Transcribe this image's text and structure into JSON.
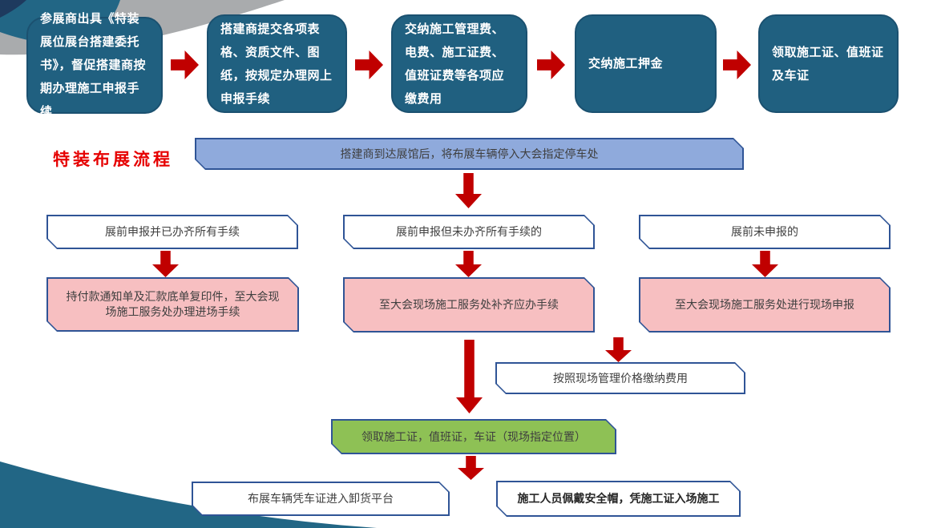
{
  "section": {
    "title": "特装布展流程"
  },
  "top_row": {
    "steps": [
      {
        "label": "参展商出具《特装展位展台搭建委托书》，督促搭建商按期办理施工申报手续"
      },
      {
        "label": "搭建商提交各项表格、资质文件、图纸，按规定办理网上申报手续"
      },
      {
        "label": "交纳施工管理费、电费、施工证费、值班证费等各项应缴费用"
      },
      {
        "label": "交纳施工押金"
      },
      {
        "label": "领取施工证、值班证及车证"
      }
    ]
  },
  "arrival": {
    "label": "搭建商到达展馆后，将布展车辆停入大会指定停车处"
  },
  "branches": {
    "left": {
      "condition": "展前申报并已办齐所有手续",
      "action": "持付款通知单及汇款底单复印件，至大会现场施工服务处办理进场手续"
    },
    "middle": {
      "condition": "展前申报但未办齐所有手续的",
      "action": "至大会现场施工服务处补齐应办手续"
    },
    "right": {
      "condition": "展前未申报的",
      "action": "至大会现场施工服务处进行现场申报"
    }
  },
  "onsite_payment": {
    "label": "按照现场管理价格缴纳费用"
  },
  "pass_pickup": {
    "label": "领取施工证，值班证，车证（现场指定位置）"
  },
  "bottom": {
    "left": {
      "label": "布展车辆凭车证进入卸货平台"
    },
    "right": {
      "label": "施工人员佩戴安全帽，凭施工证入场施工"
    }
  },
  "colors": {
    "step_teal": "#206080",
    "arrow_red": "#C00000",
    "title_red": "#E60000",
    "bar_periwinkle": "#8FAADC",
    "box_border_blue": "#2F5496",
    "action_pink": "#F7BFC1",
    "pickup_green": "#8EC155",
    "decor_navy": "#1E3A5E",
    "decor_teal": "#226685",
    "decor_gray": "#A9ABAD",
    "text_dark": "#3F3F3F"
  }
}
